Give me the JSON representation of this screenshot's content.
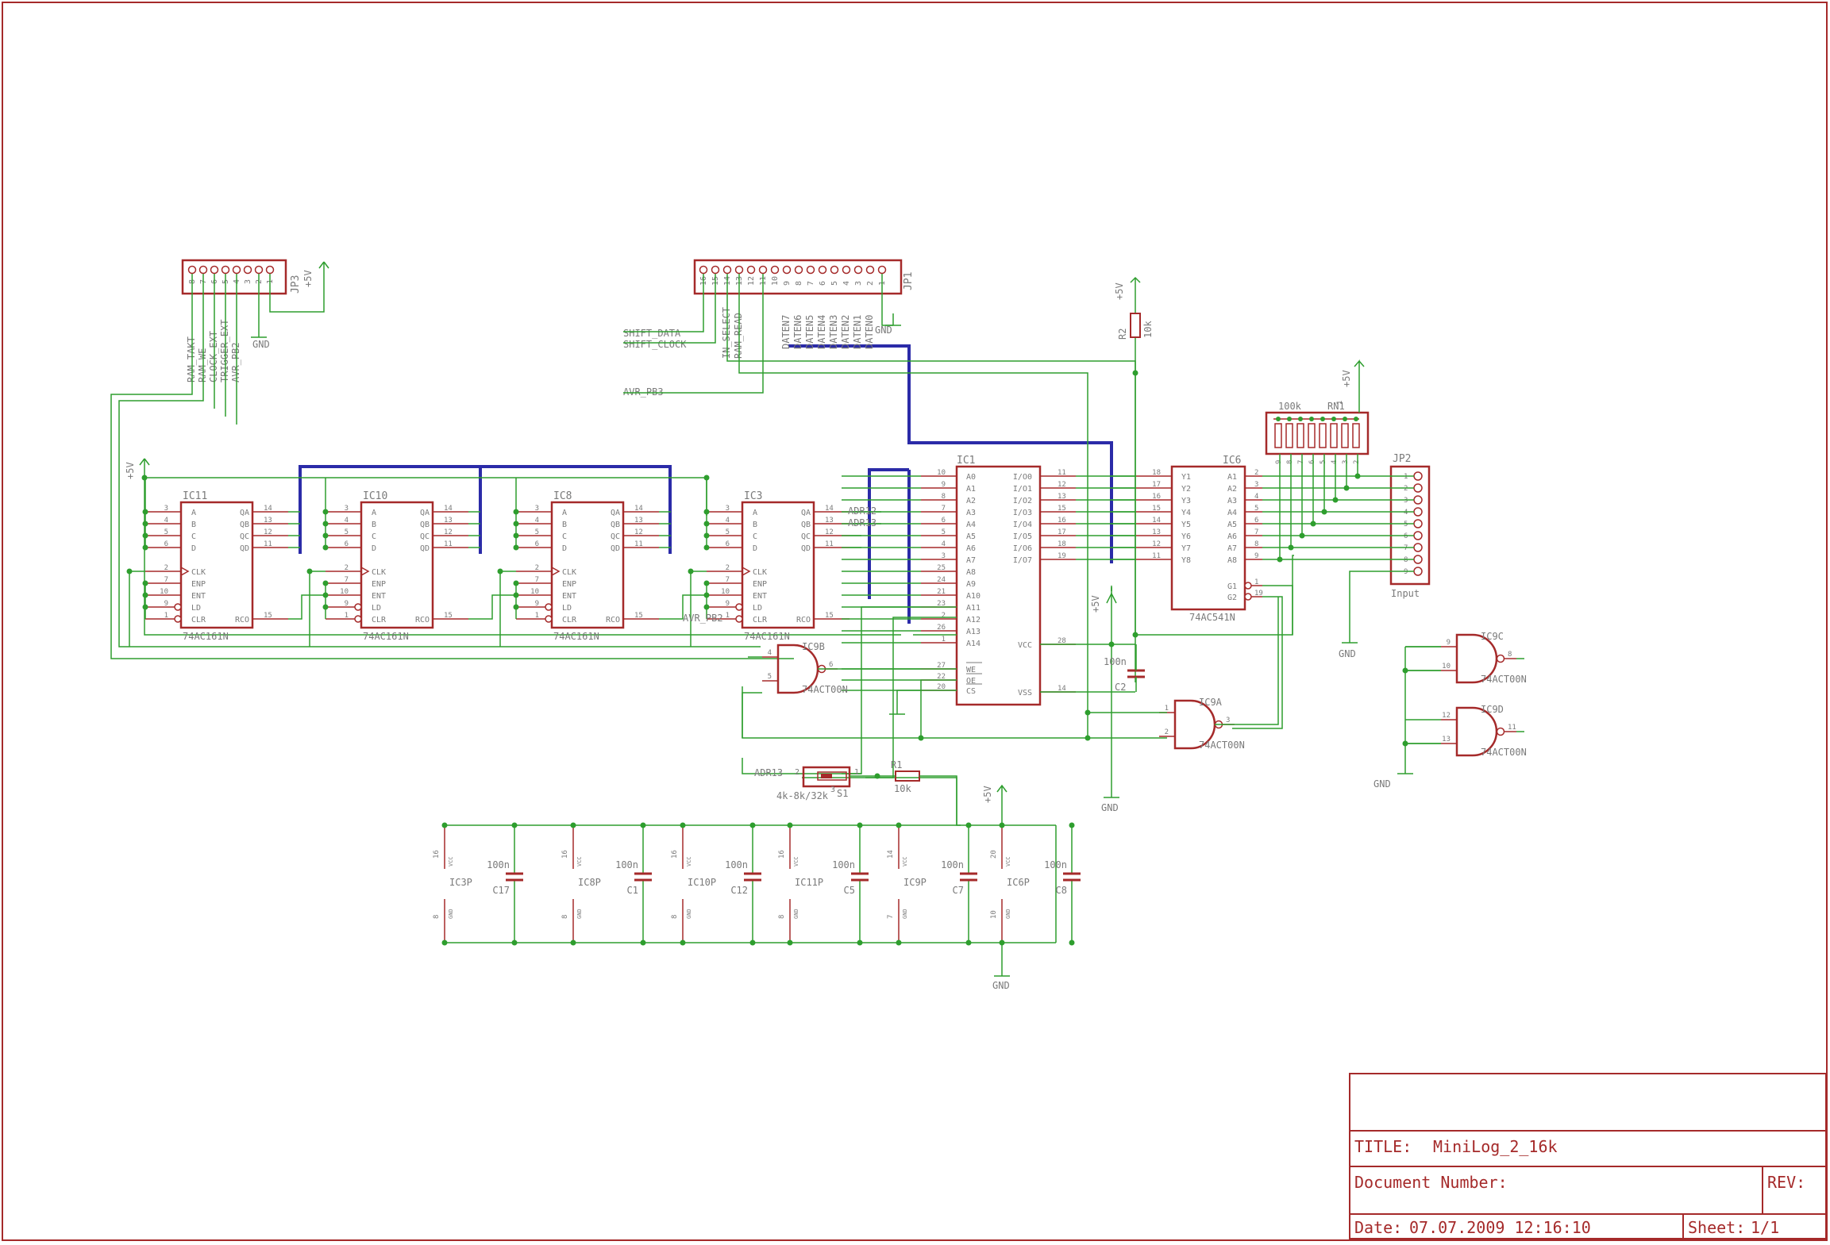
{
  "colors": {
    "frame": "#a52a2a",
    "wire": "#2e9e2e",
    "bus": "#2b2ba8",
    "part": "#a52a2a",
    "pin": "#a52a2a",
    "text": "#7a7a7a",
    "junction": "#2e9e2e"
  },
  "title_block": {
    "title_label": "TITLE:",
    "title": "MiniLog_2_16k",
    "doc_label": "Document Number:",
    "rev_label": "REV:",
    "date_label": "Date:",
    "date": "07.07.2009 12:16:10",
    "sheet_label": "Sheet:",
    "sheet": "1/1"
  },
  "connectors": {
    "jp3": {
      "name": "JP3",
      "pins": [
        "8",
        "7",
        "6",
        "5",
        "4",
        "3",
        "2",
        "1"
      ],
      "signals": [
        "RAM_TAKT",
        "RAM_WE",
        "CLOCK_EXT",
        "TRIGGER_EXT",
        "AVR_PB2"
      ],
      "vcc": "+5V",
      "gnd": "GND"
    },
    "jp1": {
      "name": "JP1",
      "pins": [
        "16",
        "15",
        "14",
        "13",
        "12",
        "11",
        "10",
        "9",
        "8",
        "7",
        "6",
        "5",
        "4",
        "3",
        "2",
        "1"
      ],
      "signals": [
        "IN_SELECT",
        "RAM_READ",
        "DATEN7",
        "DATEN6",
        "DATEN5",
        "DATEN4",
        "DATEN3",
        "DATEN2",
        "DATEN1",
        "DATEN0"
      ],
      "left_signals": [
        "SHIFT_DATA",
        "SHIFT_CLOCK",
        "AVR_PB3"
      ],
      "gnd": "GND"
    },
    "jp2": {
      "name": "JP2",
      "label": "Input",
      "pins": [
        "1",
        "2",
        "3",
        "4",
        "5",
        "6",
        "7",
        "8",
        "9"
      ],
      "gnd": "GND"
    }
  },
  "counters": [
    {
      "name": "IC11",
      "type": "74AC161N"
    },
    {
      "name": "IC10",
      "type": "74AC161N"
    },
    {
      "name": "IC8",
      "type": "74AC161N"
    },
    {
      "name": "IC3",
      "type": "74AC161N"
    }
  ],
  "counter_pins": {
    "left_num": [
      "3",
      "4",
      "5",
      "6",
      "2",
      "7",
      "10",
      "9",
      "1"
    ],
    "left_name": [
      "A",
      "B",
      "C",
      "D",
      "CLK",
      "ENP",
      "ENT",
      "LD",
      "CLR"
    ],
    "right_name": [
      "QA",
      "QB",
      "QC",
      "QD",
      "RCO"
    ],
    "right_num": [
      "14",
      "13",
      "12",
      "11",
      "15"
    ]
  },
  "ic1": {
    "name": "IC1",
    "left_num": [
      "10",
      "9",
      "8",
      "7",
      "6",
      "5",
      "4",
      "3",
      "25",
      "24",
      "21",
      "23",
      "2",
      "26",
      "1",
      "27",
      "22",
      "20"
    ],
    "left_name": [
      "A0",
      "A1",
      "A2",
      "A3",
      "A4",
      "A5",
      "A6",
      "A7",
      "A8",
      "A9",
      "A10",
      "A11",
      "A12",
      "A13",
      "A14",
      "WE",
      "OE",
      "CS"
    ],
    "right_name": [
      "I/O0",
      "I/O1",
      "I/O2",
      "I/O3",
      "I/O4",
      "I/O5",
      "I/O6",
      "I/O7",
      "VCC",
      "VSS"
    ],
    "right_num": [
      "11",
      "12",
      "13",
      "15",
      "16",
      "17",
      "18",
      "19",
      "28",
      "14"
    ]
  },
  "ic6": {
    "name": "IC6",
    "type": "74AC541N",
    "left_num": [
      "18",
      "17",
      "16",
      "15",
      "14",
      "13",
      "12",
      "11"
    ],
    "left_name": [
      "Y1",
      "Y2",
      "Y3",
      "Y4",
      "Y5",
      "Y6",
      "Y7",
      "Y8"
    ],
    "right_name": [
      "A1",
      "A2",
      "A3",
      "A4",
      "A5",
      "A6",
      "A7",
      "A8",
      "G1",
      "G2"
    ],
    "right_num": [
      "2",
      "3",
      "4",
      "5",
      "6",
      "7",
      "8",
      "9",
      "1",
      "19"
    ]
  },
  "rn1": {
    "name": "RN1",
    "value": "100k",
    "pins": [
      "9",
      "8",
      "7",
      "6",
      "5",
      "4",
      "3",
      "2",
      "1"
    ],
    "vcc": "+5V"
  },
  "gates": [
    {
      "name": "IC9B",
      "type": "74ACT00N",
      "in1": "4",
      "in2": "5",
      "out": "6"
    },
    {
      "name": "IC9A",
      "type": "74ACT00N",
      "in1": "1",
      "in2": "2",
      "out": "3"
    },
    {
      "name": "IC9C",
      "type": "74ACT00N",
      "in1": "9",
      "in2": "10",
      "out": "8"
    },
    {
      "name": "IC9D",
      "type": "74ACT00N",
      "in1": "12",
      "in2": "13",
      "out": "11"
    }
  ],
  "passives": {
    "r1": {
      "name": "R1",
      "value": "10k"
    },
    "r2": {
      "name": "R2",
      "value": "10k",
      "vcc": "+5V"
    },
    "c2": {
      "name": "C2",
      "value": "100n",
      "vcc": "+5V",
      "gnd": "GND"
    },
    "s1": {
      "name": "S1",
      "label": "4k-8k/32k",
      "net": "ADR13",
      "pin1": "1",
      "pin2": "2",
      "pin3": "3"
    }
  },
  "net_labels": {
    "adr12": "ADR12",
    "adr13": "ADR13",
    "avr_pb2": "AVR_PB2",
    "vcc": "+5V",
    "gnd": "GND"
  },
  "power_parts": [
    {
      "name": "IC3P",
      "vcc_pin": "16",
      "gnd_pin": "8",
      "cap": "C17",
      "value": "100n"
    },
    {
      "name": "IC8P",
      "vcc_pin": "16",
      "gnd_pin": "8",
      "cap": "C1",
      "value": "100n"
    },
    {
      "name": "IC10P",
      "vcc_pin": "16",
      "gnd_pin": "8",
      "cap": "C12",
      "value": "100n"
    },
    {
      "name": "IC11P",
      "vcc_pin": "16",
      "gnd_pin": "8",
      "cap": "C5",
      "value": "100n"
    },
    {
      "name": "IC9P",
      "vcc_pin": "14",
      "gnd_pin": "7",
      "cap": "C7",
      "value": "100n"
    },
    {
      "name": "IC6P",
      "vcc_pin": "20",
      "gnd_pin": "10",
      "cap": "C8",
      "value": "100n"
    }
  ],
  "power_labels": {
    "vcc": "VCC",
    "gnd": "GND"
  }
}
